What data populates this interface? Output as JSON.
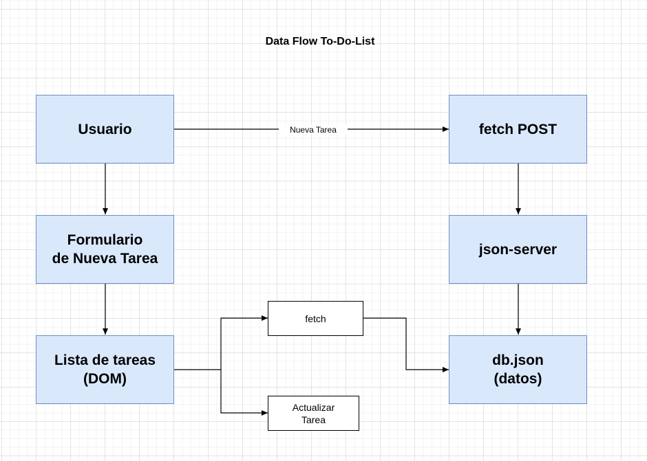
{
  "title": "Data Flow To-Do-List",
  "nodes": {
    "usuario": "Usuario",
    "formulario": "Formulario\nde Nueva Tarea",
    "lista": "Lista de tareas\n(DOM)",
    "fetch_post": "fetch POST",
    "json_server": "json-server",
    "db_json": "db.json\n(datos)",
    "fetch": "fetch",
    "actualizar": "Actualizar\nTarea"
  },
  "edges": {
    "usuario_to_fetch_post": "Nueva Tarea"
  },
  "colors": {
    "node_fill": "#dae8fc",
    "node_border": "#6c8ebf",
    "edge": "#000000"
  }
}
